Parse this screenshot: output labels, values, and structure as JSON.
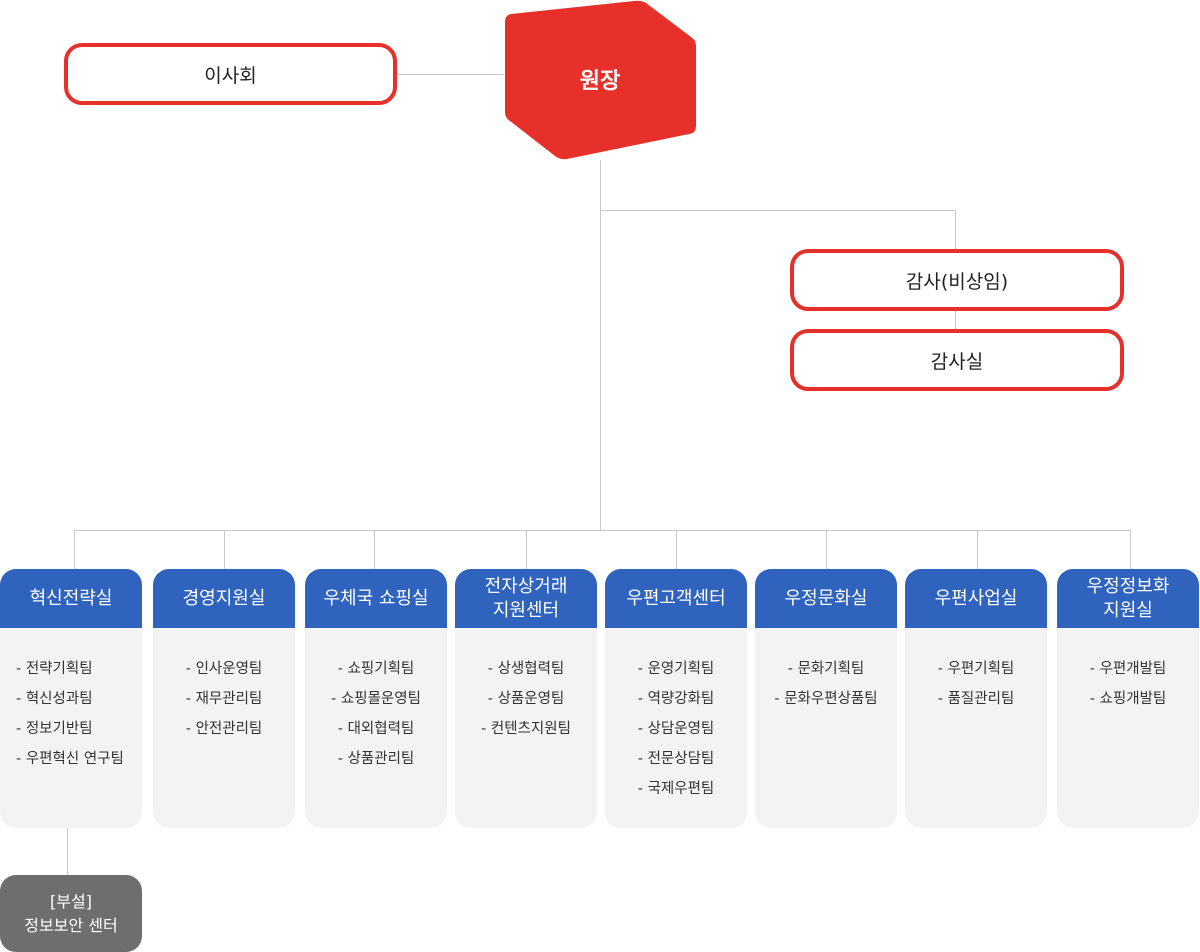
{
  "board": {
    "label": "이사회"
  },
  "head": {
    "label": "원장",
    "color": "#e8302a"
  },
  "auditor": {
    "label": "감사(비상임)"
  },
  "audit_office": {
    "label": "감사실"
  },
  "colors": {
    "dept_header": "#2f63bd",
    "sub_unit": "#6e6e6e",
    "line": "#c8c8c8"
  },
  "departments": [
    {
      "name": "혁신전략실",
      "teams": [
        "전략기획팀",
        "혁신성과팀",
        "정보기반팀",
        "우편혁신 연구팀"
      ]
    },
    {
      "name": "경영지원실",
      "teams": [
        "인사운영팀",
        "재무관리팀",
        "안전관리팀"
      ]
    },
    {
      "name": "우체국 쇼핑실",
      "teams": [
        "쇼핑기획팀",
        "쇼핑몰운영팀",
        "대외협력팀",
        "상품관리팀"
      ]
    },
    {
      "name": "전자상거래\n지원센터",
      "teams": [
        "상생협력팀",
        "상품운영팀",
        "컨텐츠지원팀"
      ]
    },
    {
      "name": "우편고객센터",
      "teams": [
        "운영기획팀",
        "역량강화팀",
        "상담운영팀",
        "전문상담팀",
        "국제우편팀"
      ]
    },
    {
      "name": "우정문화실",
      "teams": [
        "문화기획팀",
        "문화우편상품팀"
      ]
    },
    {
      "name": "우편사업실",
      "teams": [
        "우편기획팀",
        "품질관리팀"
      ]
    },
    {
      "name": "우정정보화\n지원실",
      "teams": [
        "우편개발팀",
        "쇼핑개발팀"
      ]
    }
  ],
  "sub_unit": {
    "tag": "[부설]",
    "name": "정보보안 센터"
  }
}
